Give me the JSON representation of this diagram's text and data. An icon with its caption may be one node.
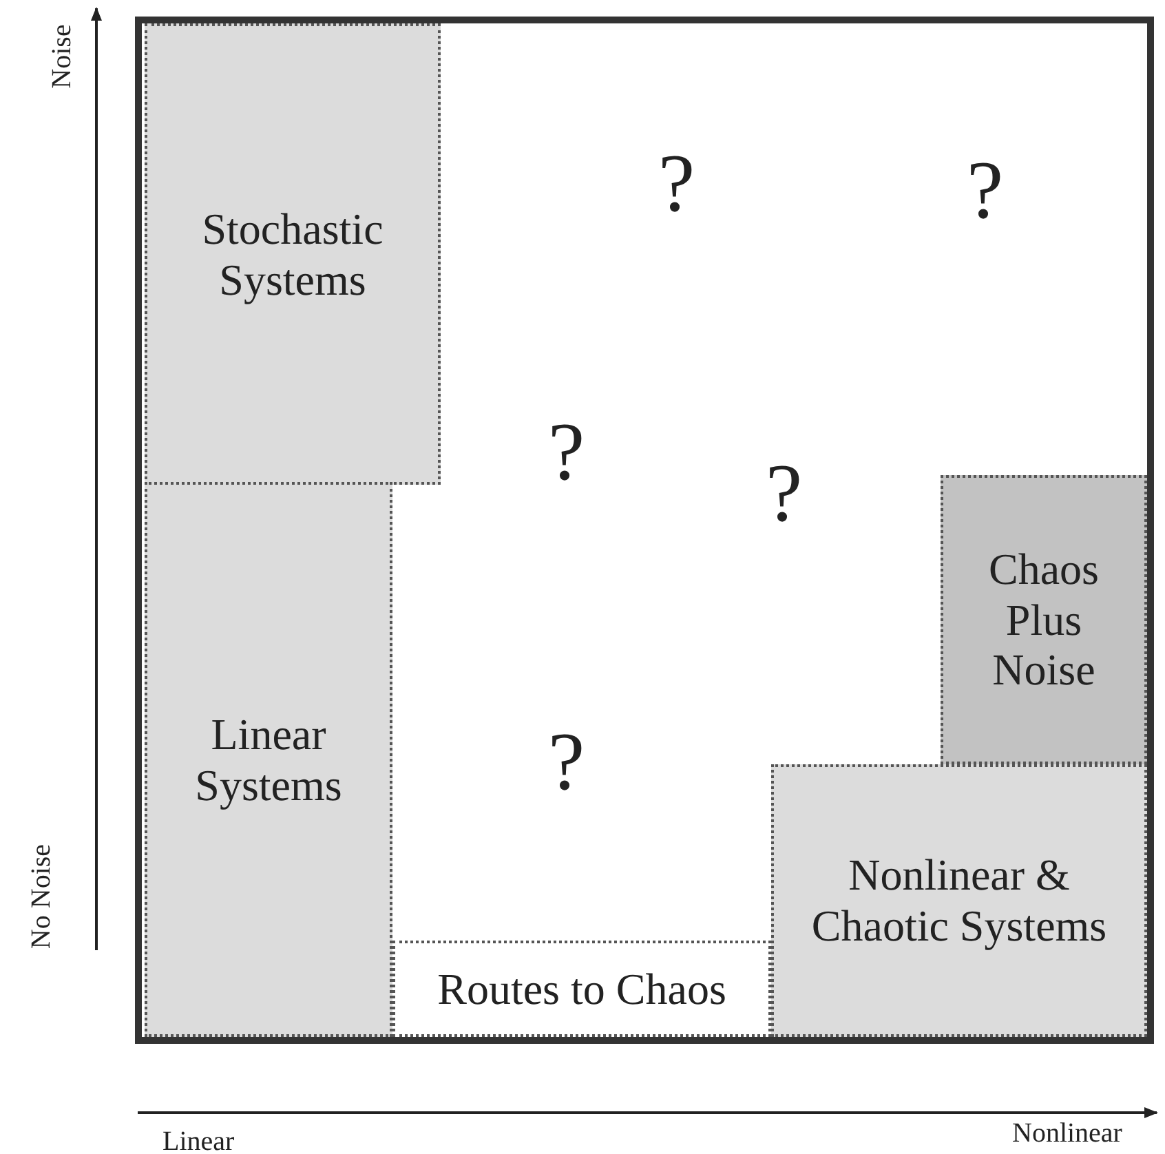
{
  "diagram": {
    "nodes": [
      {
        "text": [
          "Stochastic Systems"
        ]
      },
      {
        "text": [
          "Chaos Plus Noise"
        ]
      },
      {
        "text": [
          "Linear Systems"
        ]
      },
      {
        "text": [
          "Nonlinear & Chaotic Systems"
        ]
      },
      {
        "text": [
          "Routes to Chaos"
        ]
      }
    ],
    "labels": [
      "Noise",
      "?",
      "?",
      "?",
      "?",
      "?",
      "No Noise",
      "Linear",
      "Nonlinear"
    ]
  }
}
